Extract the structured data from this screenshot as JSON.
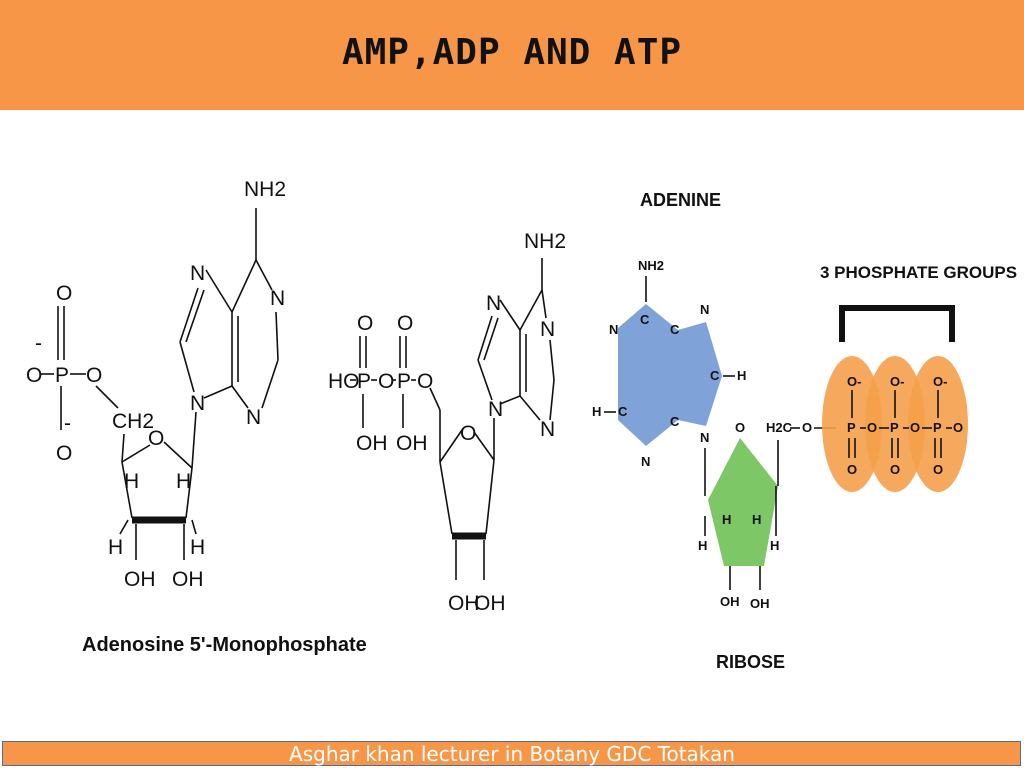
{
  "header": {
    "title": "AMP,ADP AND ATP"
  },
  "amp": {
    "caption": "Adenosine 5'-Monophosphate",
    "nh2": "NH2",
    "atoms": {
      "n": "N",
      "o": "O",
      "p": "P",
      "minus": "-",
      "ch2": "CH2",
      "h": "H",
      "oh": "OH"
    }
  },
  "adp": {
    "nh2": "NH2",
    "atoms": {
      "ho": "HO",
      "p": "P",
      "o": "O",
      "oh": "OH",
      "n": "N"
    }
  },
  "atp": {
    "adenine_label": "ADENINE",
    "phosphate_label": "3 PHOSPHATE GROUPS",
    "ribose_label": "RIBOSE",
    "nh2": "NH2",
    "atoms": {
      "n": "N",
      "c": "C",
      "h": "H",
      "o": "O",
      "oh": "OH",
      "h2c": "H2C",
      "p": "P",
      "ominus": "O-"
    },
    "colors": {
      "adenine": "#7fa3d8",
      "ribose": "#7dc766",
      "phosphate": "#f5a04a"
    }
  },
  "footer": {
    "text": "Asghar khan lecturer in Botany GDC Totakan"
  }
}
